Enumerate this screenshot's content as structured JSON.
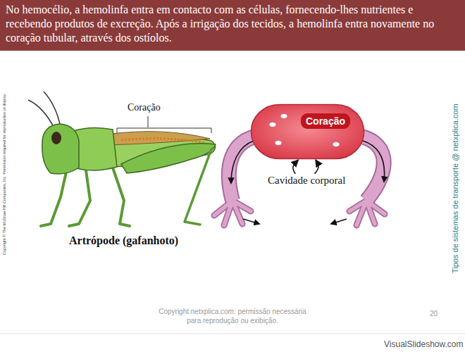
{
  "diagram": {
    "title": "No hemocélio, a hemolinfa entra em contacto com as células, fornecendo-lhes nutrientes e recebendo produtos de excreção. Após a irrigação dos tecidos, a hemolinfa entra novamente no coração tubular, através dos ostíolos.",
    "nodes": [
      {
        "text": [
          "Coração"
        ]
      },
      {
        "text": [
          "Cavidade corporal"
        ]
      }
    ],
    "edges": [
      {
        "from": 1,
        "to": 0,
        "arrow": "to"
      },
      {
        "from": 1,
        "to": 0,
        "arrow": "to"
      }
    ],
    "labels": [
      "Coração",
      "Artrópode (gafanhoto)",
      "Copyright © The McGraw-Hill Companies, Inc. Permission required for reproduction or display.",
      "Tipos de sistemas de transporte @ netxplica.com",
      "Copyright netxplica.com: permissão necessária para reprodução ou exibição.",
      "20",
      "VisualSlideshow.com"
    ]
  }
}
